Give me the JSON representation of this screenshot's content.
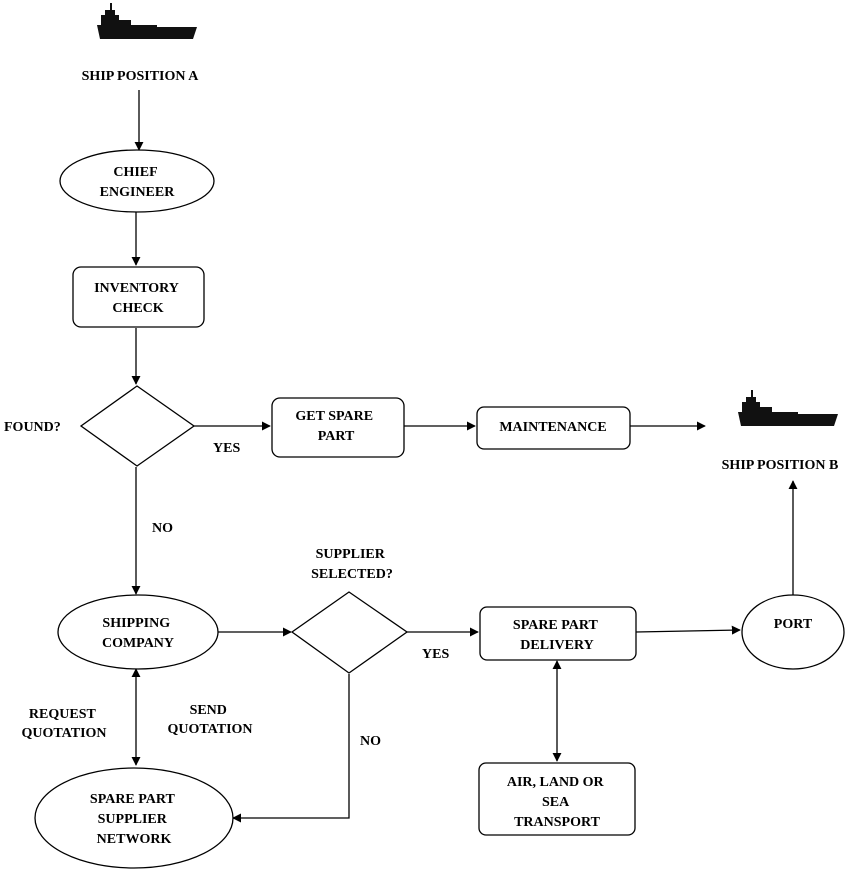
{
  "nodes": {
    "ship_a_label": "SHIP POSITION A",
    "chief_engineer": [
      "CHIEF",
      "ENGINEER"
    ],
    "inventory_check": [
      "INVENTORY",
      "CHECK"
    ],
    "found_question": "FOUND?",
    "get_spare_part": [
      "GET SPARE",
      "PART"
    ],
    "maintenance": "MAINTENANCE",
    "ship_b_label": "SHIP POSITION B",
    "shipping_company": [
      "SHIPPING",
      "COMPANY"
    ],
    "supplier_selected_question": [
      "SUPPLIER",
      "SELECTED?"
    ],
    "spare_part_delivery": [
      "SPARE PART",
      "DELIVERY"
    ],
    "port": "PORT",
    "spare_part_supplier_network": [
      "SPARE PART",
      "SUPPLIER",
      "NETWORK"
    ],
    "transport": [
      "AIR, LAND OR",
      "SEA",
      "TRANSPORT"
    ]
  },
  "edge_labels": {
    "found_yes": "YES",
    "found_no": "NO",
    "supplier_yes": "YES",
    "supplier_no": "NO",
    "request_quotation": [
      "REQUEST",
      "QUOTATION"
    ],
    "send_quotation": [
      "SEND",
      "QUOTATION"
    ]
  },
  "icons": {
    "ship_a": "ship-icon",
    "ship_b": "ship-icon"
  }
}
